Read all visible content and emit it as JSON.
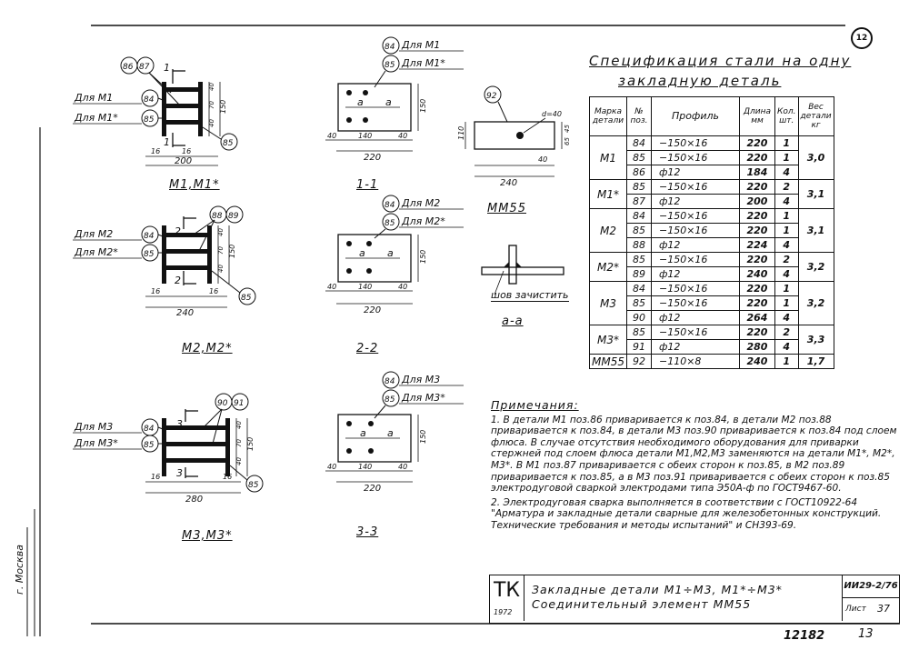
{
  "sheet_stamp": "12",
  "views": {
    "m1_title": "М1,М1*",
    "m2_title": "М2,М2*",
    "m3_title": "М3,М3*",
    "sec11": "1-1",
    "sec22": "2-2",
    "sec33": "3-3",
    "mm55": "ММ55",
    "secaa": "а-а",
    "weld_note": "шов зачистить"
  },
  "callouts": {
    "for_m1": "Для М1",
    "for_m1s": "Для М1*",
    "for_m2": "Для М2",
    "for_m2s": "Для М2*",
    "for_m3": "Для М3",
    "for_m3s": "Для М3*"
  },
  "spec": {
    "title_line1": "Спецификация стали на одну",
    "title_line2": "закладную деталь",
    "headers": [
      "Марка детали",
      "№ поз.",
      "Профиль",
      "Длина мм",
      "Кол. шт.",
      "Вес детали кг"
    ],
    "rows": [
      {
        "mark": "М1",
        "weight": "3,0",
        "items": [
          [
            "84",
            "−150×16",
            "220",
            "1"
          ],
          [
            "85",
            "−150×16",
            "220",
            "1"
          ],
          [
            "86",
            "ф12",
            "184",
            "4"
          ]
        ]
      },
      {
        "mark": "М1*",
        "weight": "3,1",
        "items": [
          [
            "85",
            "−150×16",
            "220",
            "2"
          ],
          [
            "87",
            "ф12",
            "200",
            "4"
          ]
        ]
      },
      {
        "mark": "М2",
        "weight": "3,1",
        "items": [
          [
            "84",
            "−150×16",
            "220",
            "1"
          ],
          [
            "85",
            "−150×16",
            "220",
            "1"
          ],
          [
            "88",
            "ф12",
            "224",
            "4"
          ]
        ]
      },
      {
        "mark": "М2*",
        "weight": "3,2",
        "items": [
          [
            "85",
            "−150×16",
            "220",
            "2"
          ],
          [
            "89",
            "ф12",
            "240",
            "4"
          ]
        ]
      },
      {
        "mark": "М3",
        "weight": "3,2",
        "items": [
          [
            "84",
            "−150×16",
            "220",
            "1"
          ],
          [
            "85",
            "−150×16",
            "220",
            "1"
          ],
          [
            "90",
            "ф12",
            "264",
            "4"
          ]
        ]
      },
      {
        "mark": "М3*",
        "weight": "3,3",
        "items": [
          [
            "85",
            "−150×16",
            "220",
            "2"
          ],
          [
            "91",
            "ф12",
            "280",
            "4"
          ]
        ]
      },
      {
        "mark": "ММ55",
        "weight": "1,7",
        "items": [
          [
            "92",
            "−110×8",
            "240",
            "1"
          ]
        ]
      }
    ]
  },
  "notes": {
    "title": "Примечания:",
    "n1": "1. В детали М1 поз.86 приваривается к поз.84, в детали М2 поз.88 приваривается к поз.84, в детали М3 поз.90 приваривается к поз.84 под слоем флюса. В случае отсутствия необходимого оборудования для приварки стержней под слоем флюса детали М1,М2,М3 заменяются на детали М1*, М2*, М3*. В М1 поз.87 приваривается с обеих сторон к поз.85, в М2 поз.89 приваривается к поз.85, а в М3 поз.91 приваривается с обеих сторон к поз.85 электродуговой сваркой электродами типа Э50А-ф по ГОСТ9467-60.",
    "n2": "2. Электродуговая сварка выполняется в соответствии с ГОСТ10922-64 \"Арматура и закладные детали сварные для железобетонных конструкций. Технические требования и методы испытаний\" и СН393-69."
  },
  "stamp": {
    "org": "ТК",
    "year": "1972",
    "title1": "Закладные детали М1÷М3, М1*÷М3*",
    "title2": "Соединительный элемент ММ55",
    "code": "ИИ29-2/76",
    "sheet_label": "Лист",
    "sheet_no": "37",
    "doc_no": "12182",
    "page_mark": "13"
  },
  "side": {
    "city": "г. Москва"
  }
}
